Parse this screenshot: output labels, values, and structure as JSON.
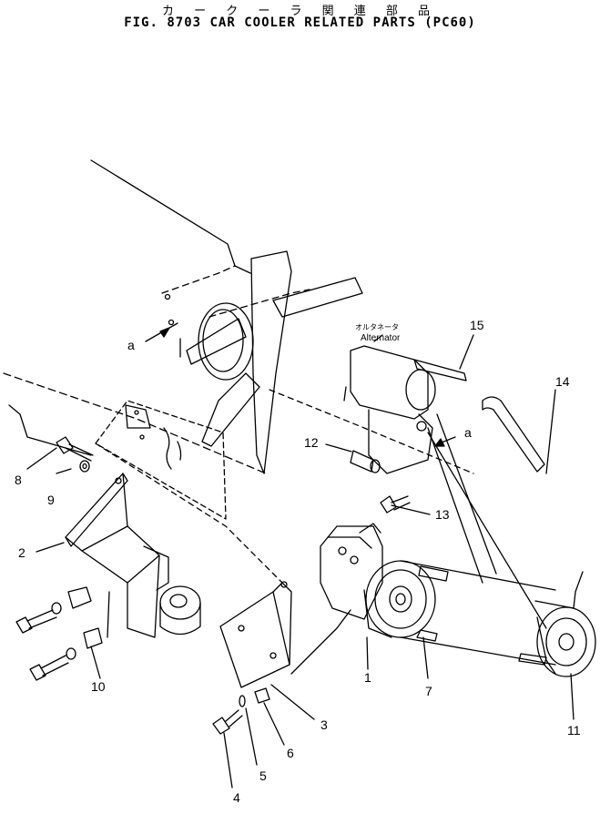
{
  "title_jp": "カ ー ク ー ラ 関 連 部 品",
  "title_en": "FIG. 8703  CAR COOLER RELATED PARTS (PC60)",
  "alternator_label_jp": "オルタネータ",
  "alternator_label_en": "Alternator",
  "view_markers": {
    "left": "a",
    "right": "a"
  },
  "callouts": {
    "p1": "1",
    "p2": "2",
    "p3": "3",
    "p4": "4",
    "p5": "5",
    "p6": "6",
    "p7": "7",
    "p8": "8",
    "p9": "9",
    "p10": "10",
    "p11": "11",
    "p12": "12",
    "p13": "13",
    "p14": "14",
    "p15": "15"
  }
}
